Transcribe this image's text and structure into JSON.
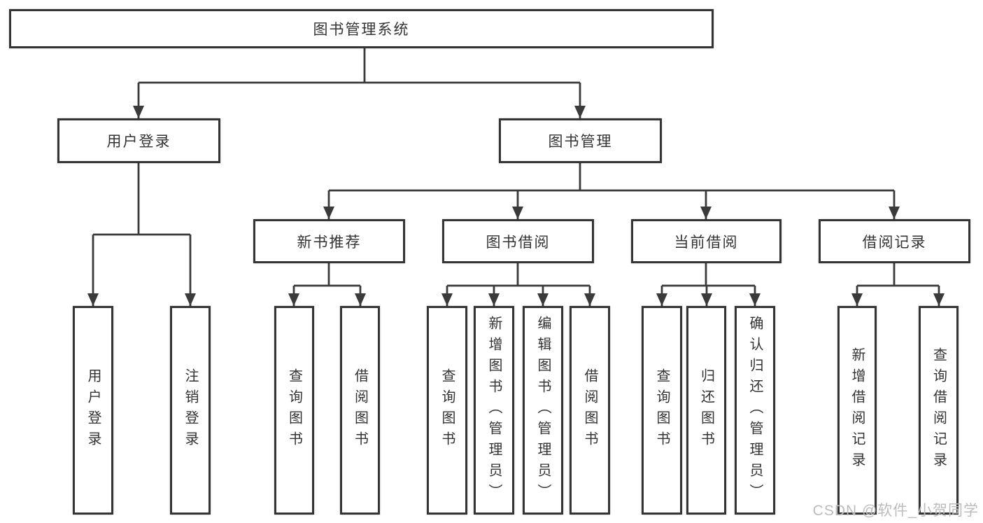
{
  "root": {
    "label": "图书管理系统"
  },
  "l2": [
    {
      "label": "用户登录"
    },
    {
      "label": "图书管理"
    }
  ],
  "l3": [
    {
      "label": "新书推荐"
    },
    {
      "label": "图书借阅"
    },
    {
      "label": "当前借阅"
    },
    {
      "label": "借阅记录"
    }
  ],
  "leaves": [
    {
      "label": "用户登录"
    },
    {
      "label": "注销登录"
    },
    {
      "label": "查询图书"
    },
    {
      "label": "借阅图书"
    },
    {
      "label": "查询图书"
    },
    {
      "label": "新增图书（管理员）"
    },
    {
      "label": "编辑图书（管理员）"
    },
    {
      "label": "借阅图书"
    },
    {
      "label": "查询图书"
    },
    {
      "label": "归还图书"
    },
    {
      "label": "确认归还（管理员）"
    },
    {
      "label": "新增借阅记录"
    },
    {
      "label": "查询借阅记录"
    }
  ],
  "watermark": "CSDN @软件_小贺同学",
  "colors": {
    "line": "#3a3a3a",
    "border": "#353535",
    "text": "#333333",
    "watermark": "#bcbcbc"
  }
}
